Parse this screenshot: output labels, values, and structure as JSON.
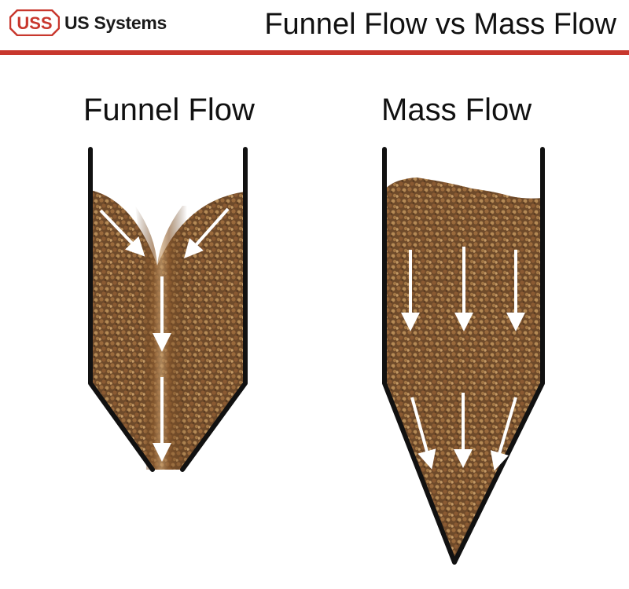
{
  "header": {
    "logo_badge_text": "USS",
    "company_name": "US Systems",
    "title": "Funnel Flow vs Mass Flow"
  },
  "colors": {
    "brand_red": "#c8372d",
    "grain_brown": "#7a5230",
    "arrow": "#ffffff",
    "wall": "#111111"
  },
  "panels": [
    {
      "id": "funnel",
      "title": "Funnel Flow"
    },
    {
      "id": "mass",
      "title": "Mass Flow"
    }
  ]
}
